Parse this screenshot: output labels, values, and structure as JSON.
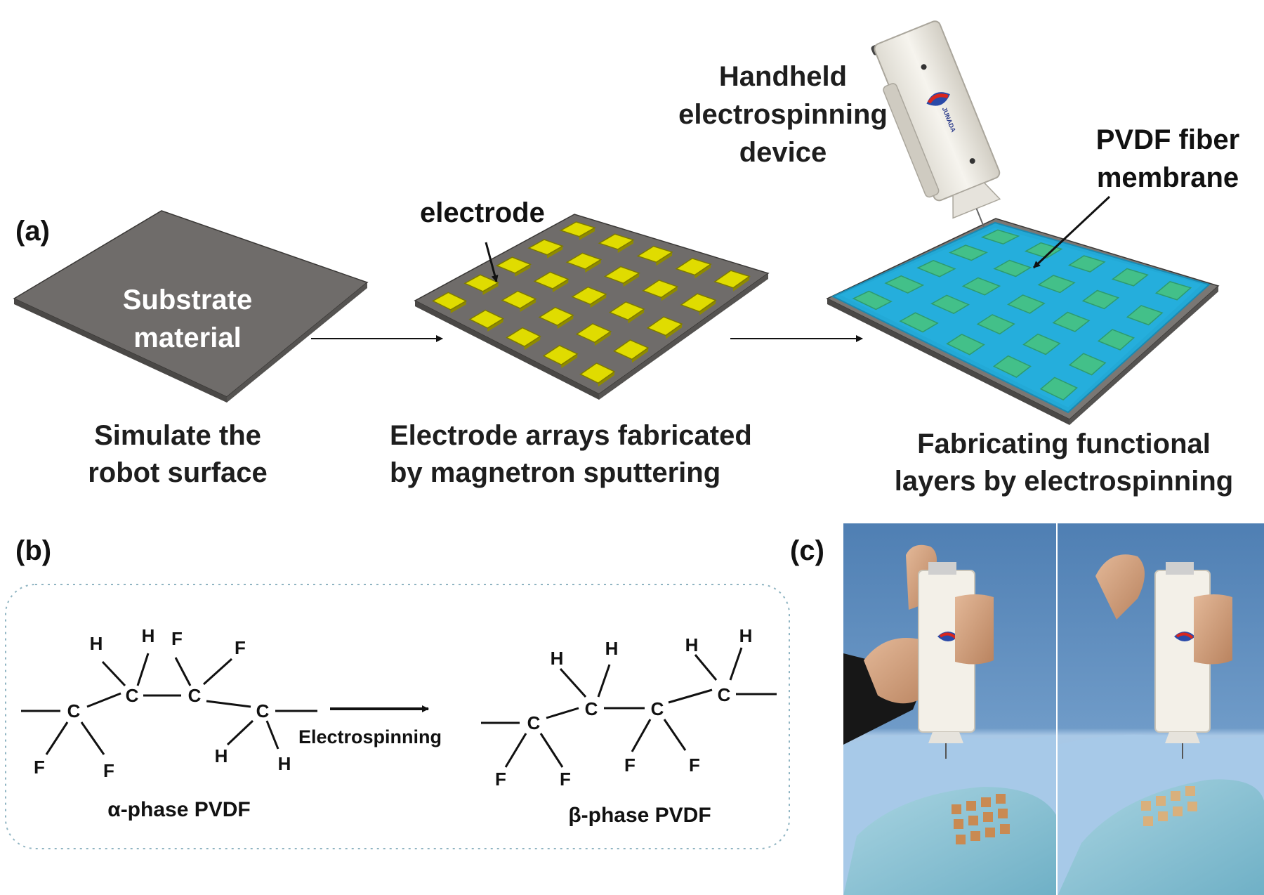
{
  "panel_a": {
    "label": "(a)",
    "substrate_text": [
      "Substrate",
      "material"
    ],
    "electrode_callout": "electrode",
    "device_label": [
      "Handheld",
      "electrospinning",
      "device"
    ],
    "device_brand": "JUNADA",
    "membrane_label": [
      "PVDF fiber",
      "membrane"
    ],
    "step1_caption": [
      "Simulate the",
      "robot surface"
    ],
    "step2_caption": [
      "Electrode arrays fabricated",
      "by magnetron sputtering"
    ],
    "step3_caption": [
      "Fabricating functional",
      "layers by electrospinning"
    ]
  },
  "panel_b": {
    "label": "(b)",
    "arrow_label": "Electrospinning",
    "alpha_caption": "α-phase PVDF",
    "beta_caption": "β-phase PVDF",
    "carbon": "C",
    "hydrogen": "H",
    "fluorine": "F"
  },
  "panel_c": {
    "label": "(c)"
  },
  "colors": {
    "substrate": "#6f6c6a",
    "electrode": "#e0dc00",
    "membrane": "#23a9d6",
    "covered_electrode": "#43c089",
    "photo_background": "#5f8fc0",
    "glove": "#8fc7d8"
  }
}
